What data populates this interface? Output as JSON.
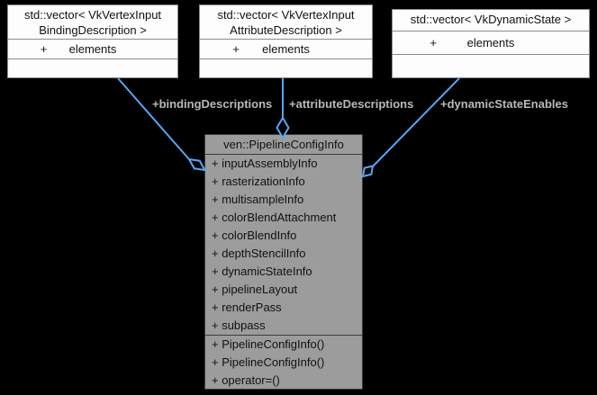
{
  "diagram": {
    "kind": "uml-collaboration-diagram",
    "colors": {
      "background": "#000000",
      "edge": "#58a6f2",
      "edge_label": "#b9b9b9",
      "node_fill": "#fdfdfd",
      "node_border": "#8b8b8b",
      "node_gray_fill": "#9c9c9c",
      "node_gray_border": "#3c3c3c",
      "text": "#111111"
    }
  },
  "nodes": {
    "vector_binding": {
      "title_lines": [
        "std::vector< VkVertexInput",
        "BindingDescription >"
      ],
      "field_plus": "+",
      "field_name": "elements"
    },
    "vector_attribute": {
      "title_lines": [
        "std::vector< VkVertexInput",
        "AttributeDescription >"
      ],
      "field_plus": "+",
      "field_name": "elements"
    },
    "vector_dynamic": {
      "title_lines": [
        "std::vector< VkDynamicState >"
      ],
      "field_plus": "+",
      "field_name": "elements"
    },
    "pipeline_config": {
      "title": "ven::PipelineConfigInfo",
      "attributes": [
        "+ inputAssemblyInfo",
        "+ rasterizationInfo",
        "+ multisampleInfo",
        "+ colorBlendAttachment",
        "+ colorBlendInfo",
        "+ depthStencilInfo",
        "+ dynamicStateInfo",
        "+ pipelineLayout",
        "+ renderPass",
        "+ subpass"
      ],
      "methods": [
        "+ PipelineConfigInfo()",
        "+ PipelineConfigInfo()",
        "+ operator=()"
      ]
    }
  },
  "edges": [
    {
      "label": "+bindingDescriptions",
      "from": "vector_binding",
      "to": "pipeline_config"
    },
    {
      "label": "+attributeDescriptions",
      "from": "vector_attribute",
      "to": "pipeline_config"
    },
    {
      "label": "+dynamicStateEnables",
      "from": "vector_dynamic",
      "to": "pipeline_config"
    }
  ]
}
